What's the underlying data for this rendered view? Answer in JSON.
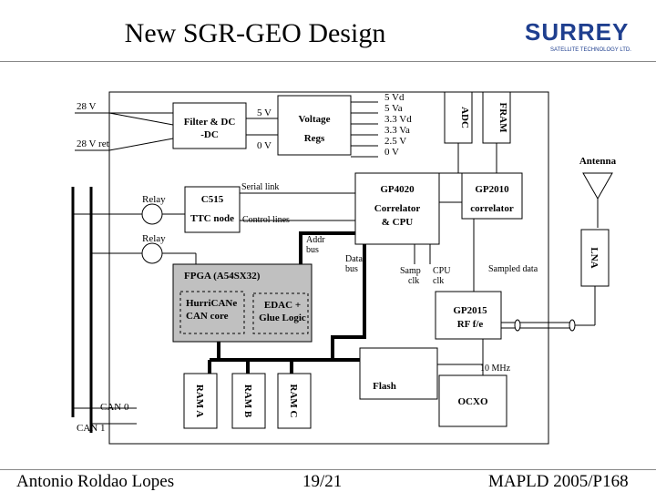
{
  "slide": {
    "title": "New SGR-GEO Design",
    "footer_left": "Antonio Roldao Lopes",
    "footer_center": "19/21",
    "footer_right": "MAPLD 2005/P168"
  },
  "logo": {
    "name": "SURREY",
    "subtitle": "SATELLITE TECHNOLOGY LTD."
  },
  "colors": {
    "logo_blue": "#1f3f8f",
    "fpga_fill": "#c0c0c0"
  },
  "diagram": {
    "inputs": {
      "v28": "28 V",
      "v28_ret": "28 V ret",
      "can0": "CAN 0",
      "can1": "CAN 1"
    },
    "filter": {
      "line1": "Filter & DC",
      "line2": "-DC"
    },
    "rails_5v": "5 V",
    "rails_0v": "0 V",
    "regs": {
      "line1": "Voltage",
      "line2": "Regs"
    },
    "supplies": [
      "5 Vd",
      "5 Va",
      "3.3 Vd",
      "3.3 Va",
      "2.5 V",
      "0 V"
    ],
    "adc": "ADC",
    "fram": "FRAM",
    "antenna": "Antenna",
    "relay1": "Relay",
    "relay2": "Relay",
    "c515": "C515",
    "ttc": "TTC node",
    "serial_link": "Serial link",
    "control_lines": "Control lines",
    "gp4020": {
      "line1": "GP4020",
      "line2": "Correlator",
      "line3": "& CPU"
    },
    "gp2010": {
      "line1": "GP2010",
      "line2": "correlator"
    },
    "addr_bus": {
      "line1": "Addr",
      "line2": "bus"
    },
    "data_bus": {
      "line1": "Data",
      "line2": "bus"
    },
    "samp_clk": {
      "line1": "Samp",
      "line2": "clk"
    },
    "cpu_clk": {
      "line1": "CPU",
      "line2": "clk"
    },
    "sampled_data": "Sampled data",
    "lna": "LNA",
    "fpga": "FPGA (A54SX32)",
    "hurricane": {
      "line1": "HurriCANe",
      "line2": "CAN core"
    },
    "edac": {
      "line1": "EDAC +",
      "line2": "Glue Logic"
    },
    "gp2015": {
      "line1": "GP2015",
      "line2": "RF f/e"
    },
    "mhz10": "10 MHz",
    "ram_a": "RAM A",
    "ram_b": "RAM B",
    "ram_c": "RAM C",
    "flash": "Flash",
    "ocxo": "OCXO"
  }
}
